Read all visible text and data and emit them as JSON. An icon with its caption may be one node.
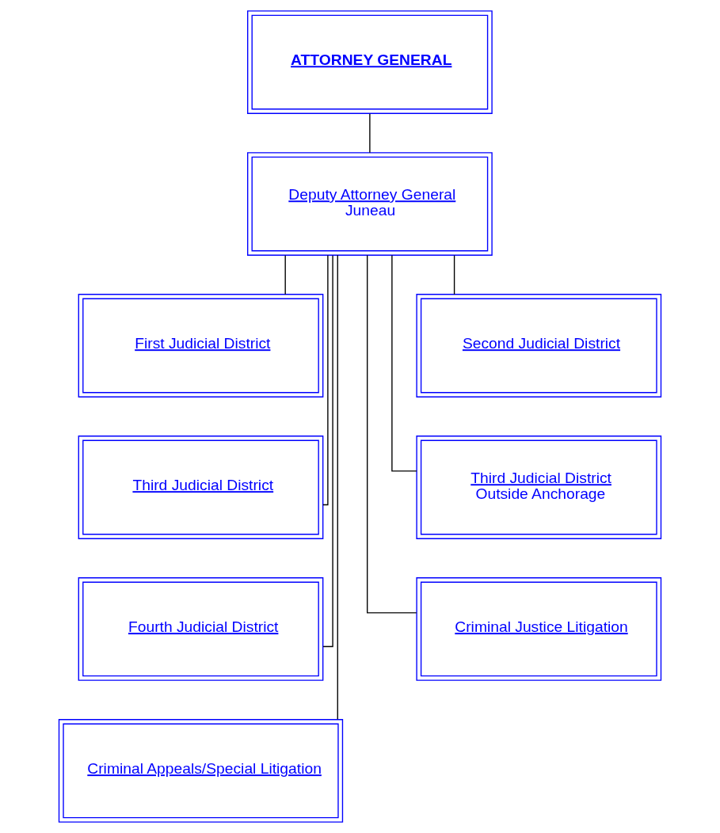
{
  "diagram": {
    "nodes": [
      {
        "text": [
          "ATTORNEY GENERAL"
        ]
      },
      {
        "text": [
          "Deputy Attorney General",
          "Juneau"
        ]
      },
      {
        "text": [
          "First Judicial District"
        ]
      },
      {
        "text": [
          "Second Judicial District"
        ]
      },
      {
        "text": [
          "Third Judicial District"
        ]
      },
      {
        "text": [
          "Third Judicial District",
          "Outside Anchorage"
        ]
      },
      {
        "text": [
          "Fourth Judicial District"
        ]
      },
      {
        "text": [
          "Criminal Justice Litigation"
        ]
      },
      {
        "text": [
          "Criminal Appeals/Special Litigation"
        ]
      }
    ],
    "edges": [
      {
        "from": 0,
        "to": 1,
        "arrow": "none"
      },
      {
        "from": 1,
        "to": 2,
        "arrow": "none"
      },
      {
        "from": 1,
        "to": 3,
        "arrow": "none"
      },
      {
        "from": 1,
        "to": 4,
        "arrow": "none"
      },
      {
        "from": 1,
        "to": 5,
        "arrow": "none"
      },
      {
        "from": 1,
        "to": 6,
        "arrow": "none"
      },
      {
        "from": 1,
        "to": 7,
        "arrow": "none"
      },
      {
        "from": 1,
        "to": 8,
        "arrow": "none"
      }
    ]
  }
}
